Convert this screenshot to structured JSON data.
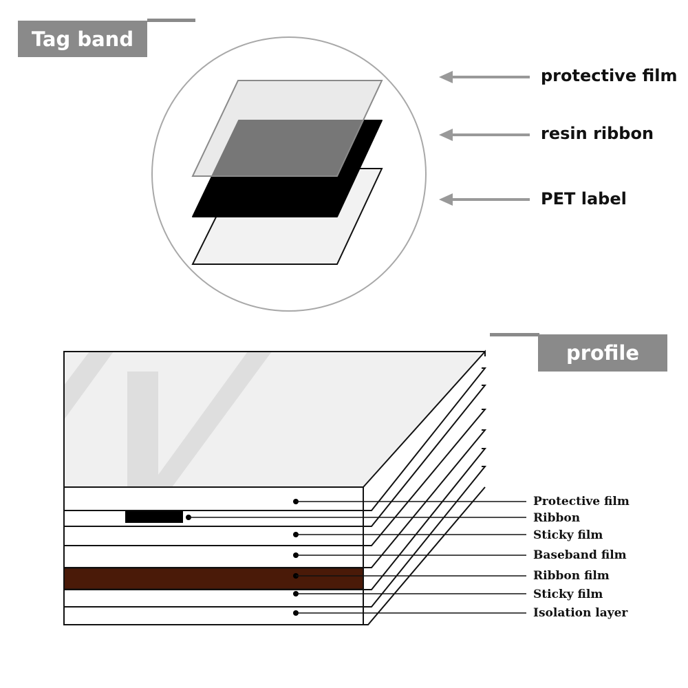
{
  "top_section": {
    "title": "Tag band",
    "layers": [
      {
        "label": "protective film"
      },
      {
        "label": "resin ribbon"
      },
      {
        "label": "PET label"
      }
    ]
  },
  "bottom_section": {
    "title": "profile",
    "layers": [
      {
        "label": "Protective film"
      },
      {
        "label": "Ribbon"
      },
      {
        "label": "Sticky film"
      },
      {
        "label": "Baseband film"
      },
      {
        "label": "Ribbon film"
      },
      {
        "label": "Sticky film"
      },
      {
        "label": "Isolation layer"
      }
    ]
  },
  "colors": {
    "banner": "#8a8a8a",
    "ribbon_film": "#4a1a08",
    "resin_ribbon": "#000000",
    "arrow": "#999999"
  }
}
